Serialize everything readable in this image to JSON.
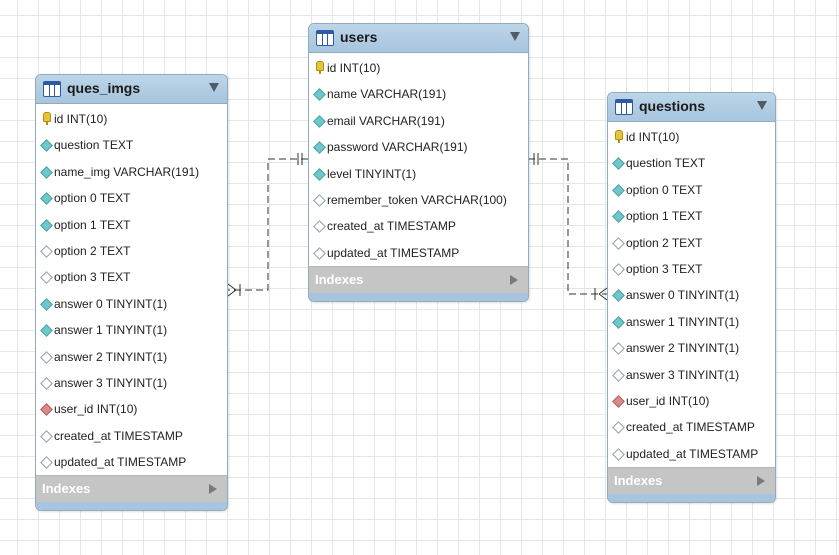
{
  "tables": {
    "ques_imgs": {
      "name": "ques_imgs",
      "columns": [
        {
          "label": "id INT(10)",
          "kind": "pk"
        },
        {
          "label": "question TEXT",
          "kind": "nn"
        },
        {
          "label": "name_img VARCHAR(191)",
          "kind": "nn"
        },
        {
          "label": "option 0 TEXT",
          "kind": "nn"
        },
        {
          "label": "option 1 TEXT",
          "kind": "nn"
        },
        {
          "label": "option 2 TEXT",
          "kind": "nul"
        },
        {
          "label": "option 3 TEXT",
          "kind": "nul"
        },
        {
          "label": "answer 0 TINYINT(1)",
          "kind": "nn"
        },
        {
          "label": "answer 1 TINYINT(1)",
          "kind": "nn"
        },
        {
          "label": "answer 2 TINYINT(1)",
          "kind": "nul"
        },
        {
          "label": "answer 3 TINYINT(1)",
          "kind": "nul"
        },
        {
          "label": "user_id INT(10)",
          "kind": "fk"
        },
        {
          "label": "created_at TIMESTAMP",
          "kind": "nul"
        },
        {
          "label": "updated_at TIMESTAMP",
          "kind": "nul"
        }
      ],
      "indexes_label": "Indexes"
    },
    "users": {
      "name": "users",
      "columns": [
        {
          "label": "id INT(10)",
          "kind": "pk"
        },
        {
          "label": "name VARCHAR(191)",
          "kind": "nn"
        },
        {
          "label": "email VARCHAR(191)",
          "kind": "nn"
        },
        {
          "label": "password VARCHAR(191)",
          "kind": "nn"
        },
        {
          "label": "level TINYINT(1)",
          "kind": "nn"
        },
        {
          "label": "remember_token VARCHAR(100)",
          "kind": "nul"
        },
        {
          "label": "created_at TIMESTAMP",
          "kind": "nul"
        },
        {
          "label": "updated_at TIMESTAMP",
          "kind": "nul"
        }
      ],
      "indexes_label": "Indexes"
    },
    "questions": {
      "name": "questions",
      "columns": [
        {
          "label": "id INT(10)",
          "kind": "pk"
        },
        {
          "label": "question TEXT",
          "kind": "nn"
        },
        {
          "label": "option 0 TEXT",
          "kind": "nn"
        },
        {
          "label": "option 1 TEXT",
          "kind": "nn"
        },
        {
          "label": "option 2 TEXT",
          "kind": "nul"
        },
        {
          "label": "option 3 TEXT",
          "kind": "nul"
        },
        {
          "label": "answer 0 TINYINT(1)",
          "kind": "nn"
        },
        {
          "label": "answer 1 TINYINT(1)",
          "kind": "nn"
        },
        {
          "label": "answer 2 TINYINT(1)",
          "kind": "nul"
        },
        {
          "label": "answer 3 TINYINT(1)",
          "kind": "nul"
        },
        {
          "label": "user_id INT(10)",
          "kind": "fk"
        },
        {
          "label": "created_at TIMESTAMP",
          "kind": "nul"
        },
        {
          "label": "updated_at TIMESTAMP",
          "kind": "nul"
        }
      ],
      "indexes_label": "Indexes"
    }
  },
  "relationships": [
    {
      "from": "users",
      "to": "ques_imgs",
      "cardinality": "one-to-many"
    },
    {
      "from": "users",
      "to": "questions",
      "cardinality": "one-to-many"
    }
  ],
  "icons": {
    "primary_key": "key-icon",
    "not_null": "filled-diamond-icon",
    "nullable": "hollow-diamond-icon",
    "foreign_key": "red-diamond-icon",
    "table": "table-icon",
    "collapse": "triangle-down-icon",
    "expand": "triangle-right-icon"
  },
  "colors": {
    "header": "#a7c5de",
    "indexes_bar": "#c5c5c5",
    "not_null": "#6fc7c9",
    "foreign_key": "#d98a8a",
    "primary_key": "#e5c33a"
  }
}
